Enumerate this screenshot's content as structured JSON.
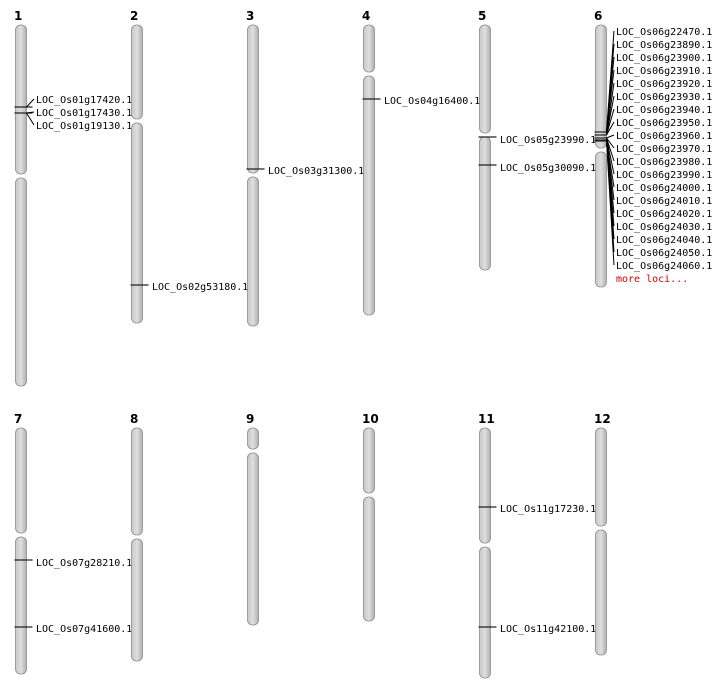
{
  "colors": {
    "chromosome": "#d2d2d2",
    "edge": "#8a8a8a",
    "more": "#d00000"
  },
  "chromosomes": [
    {
      "name": "1",
      "loci": [
        "LOC_Os01g17420.1",
        "LOC_Os01g17430.1",
        "LOC_Os01g19130.1"
      ]
    },
    {
      "name": "2",
      "loci": [
        "LOC_Os02g53180.1"
      ]
    },
    {
      "name": "3",
      "loci": [
        "LOC_Os03g31300.1"
      ]
    },
    {
      "name": "4",
      "loci": [
        "LOC_Os04g16400.1"
      ]
    },
    {
      "name": "5",
      "loci": [
        "LOC_Os05g23990.1",
        "LOC_Os05g30090.1"
      ]
    },
    {
      "name": "6",
      "loci": [
        "LOC_Os06g22470.1",
        "LOC_Os06g23890.1",
        "LOC_Os06g23900.1",
        "LOC_Os06g23910.1",
        "LOC_Os06g23920.1",
        "LOC_Os06g23930.1",
        "LOC_Os06g23940.1",
        "LOC_Os06g23950.1",
        "LOC_Os06g23960.1",
        "LOC_Os06g23970.1",
        "LOC_Os06g23980.1",
        "LOC_Os06g23990.1",
        "LOC_Os06g24000.1",
        "LOC_Os06g24010.1",
        "LOC_Os06g24020.1",
        "LOC_Os06g24030.1",
        "LOC_Os06g24040.1",
        "LOC_Os06g24050.1",
        "LOC_Os06g24060.1"
      ],
      "more": "more loci..."
    },
    {
      "name": "7",
      "loci": [
        "LOC_Os07g28210.1",
        "LOC_Os07g41600.1"
      ]
    },
    {
      "name": "8",
      "loci": []
    },
    {
      "name": "9",
      "loci": []
    },
    {
      "name": "10",
      "loci": []
    },
    {
      "name": "11",
      "loci": [
        "LOC_Os11g17230.1",
        "LOC_Os11g42100.1"
      ]
    },
    {
      "name": "12",
      "loci": []
    }
  ]
}
